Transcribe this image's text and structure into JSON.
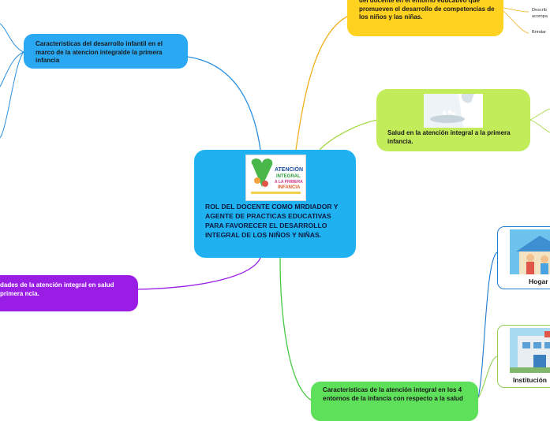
{
  "nodes": {
    "central": "ROL DEL DOCENTE  COMO MRDIADOR  Y AGENTE  DE PRACTICAS EDUCATIVAS PARA FAVORECER EL DESARROLLO INTEGRAL DE LOS NIÑOS Y NIÑAS.",
    "infantil": "Caracteristicas del desarrollo infantil en el marco de la atencion integralde la primera infancia",
    "purple": "dades de la atención integral en salud primera ncia.",
    "yellow": "del docente en el entorno educativo que promueven el desarrollo de competencias de los niños y las niñas.",
    "salud": "Salud en la atención integral a la primera infancia.",
    "entornos": "Características de la atención integral en los 4 entornos de la infancia con respecto a la salud",
    "hogar": "Hogar",
    "institucion": "Institución"
  },
  "sub_labels": [
    "Describ",
    "acompa",
    "Brindar"
  ],
  "colors": {
    "central": "#1fb1f0",
    "infantil": "#2aa8f2",
    "purple": "#9a1de6",
    "yellow": "#ffd21f",
    "salud": "#c2ec5a",
    "entornos": "#5ee05a"
  }
}
